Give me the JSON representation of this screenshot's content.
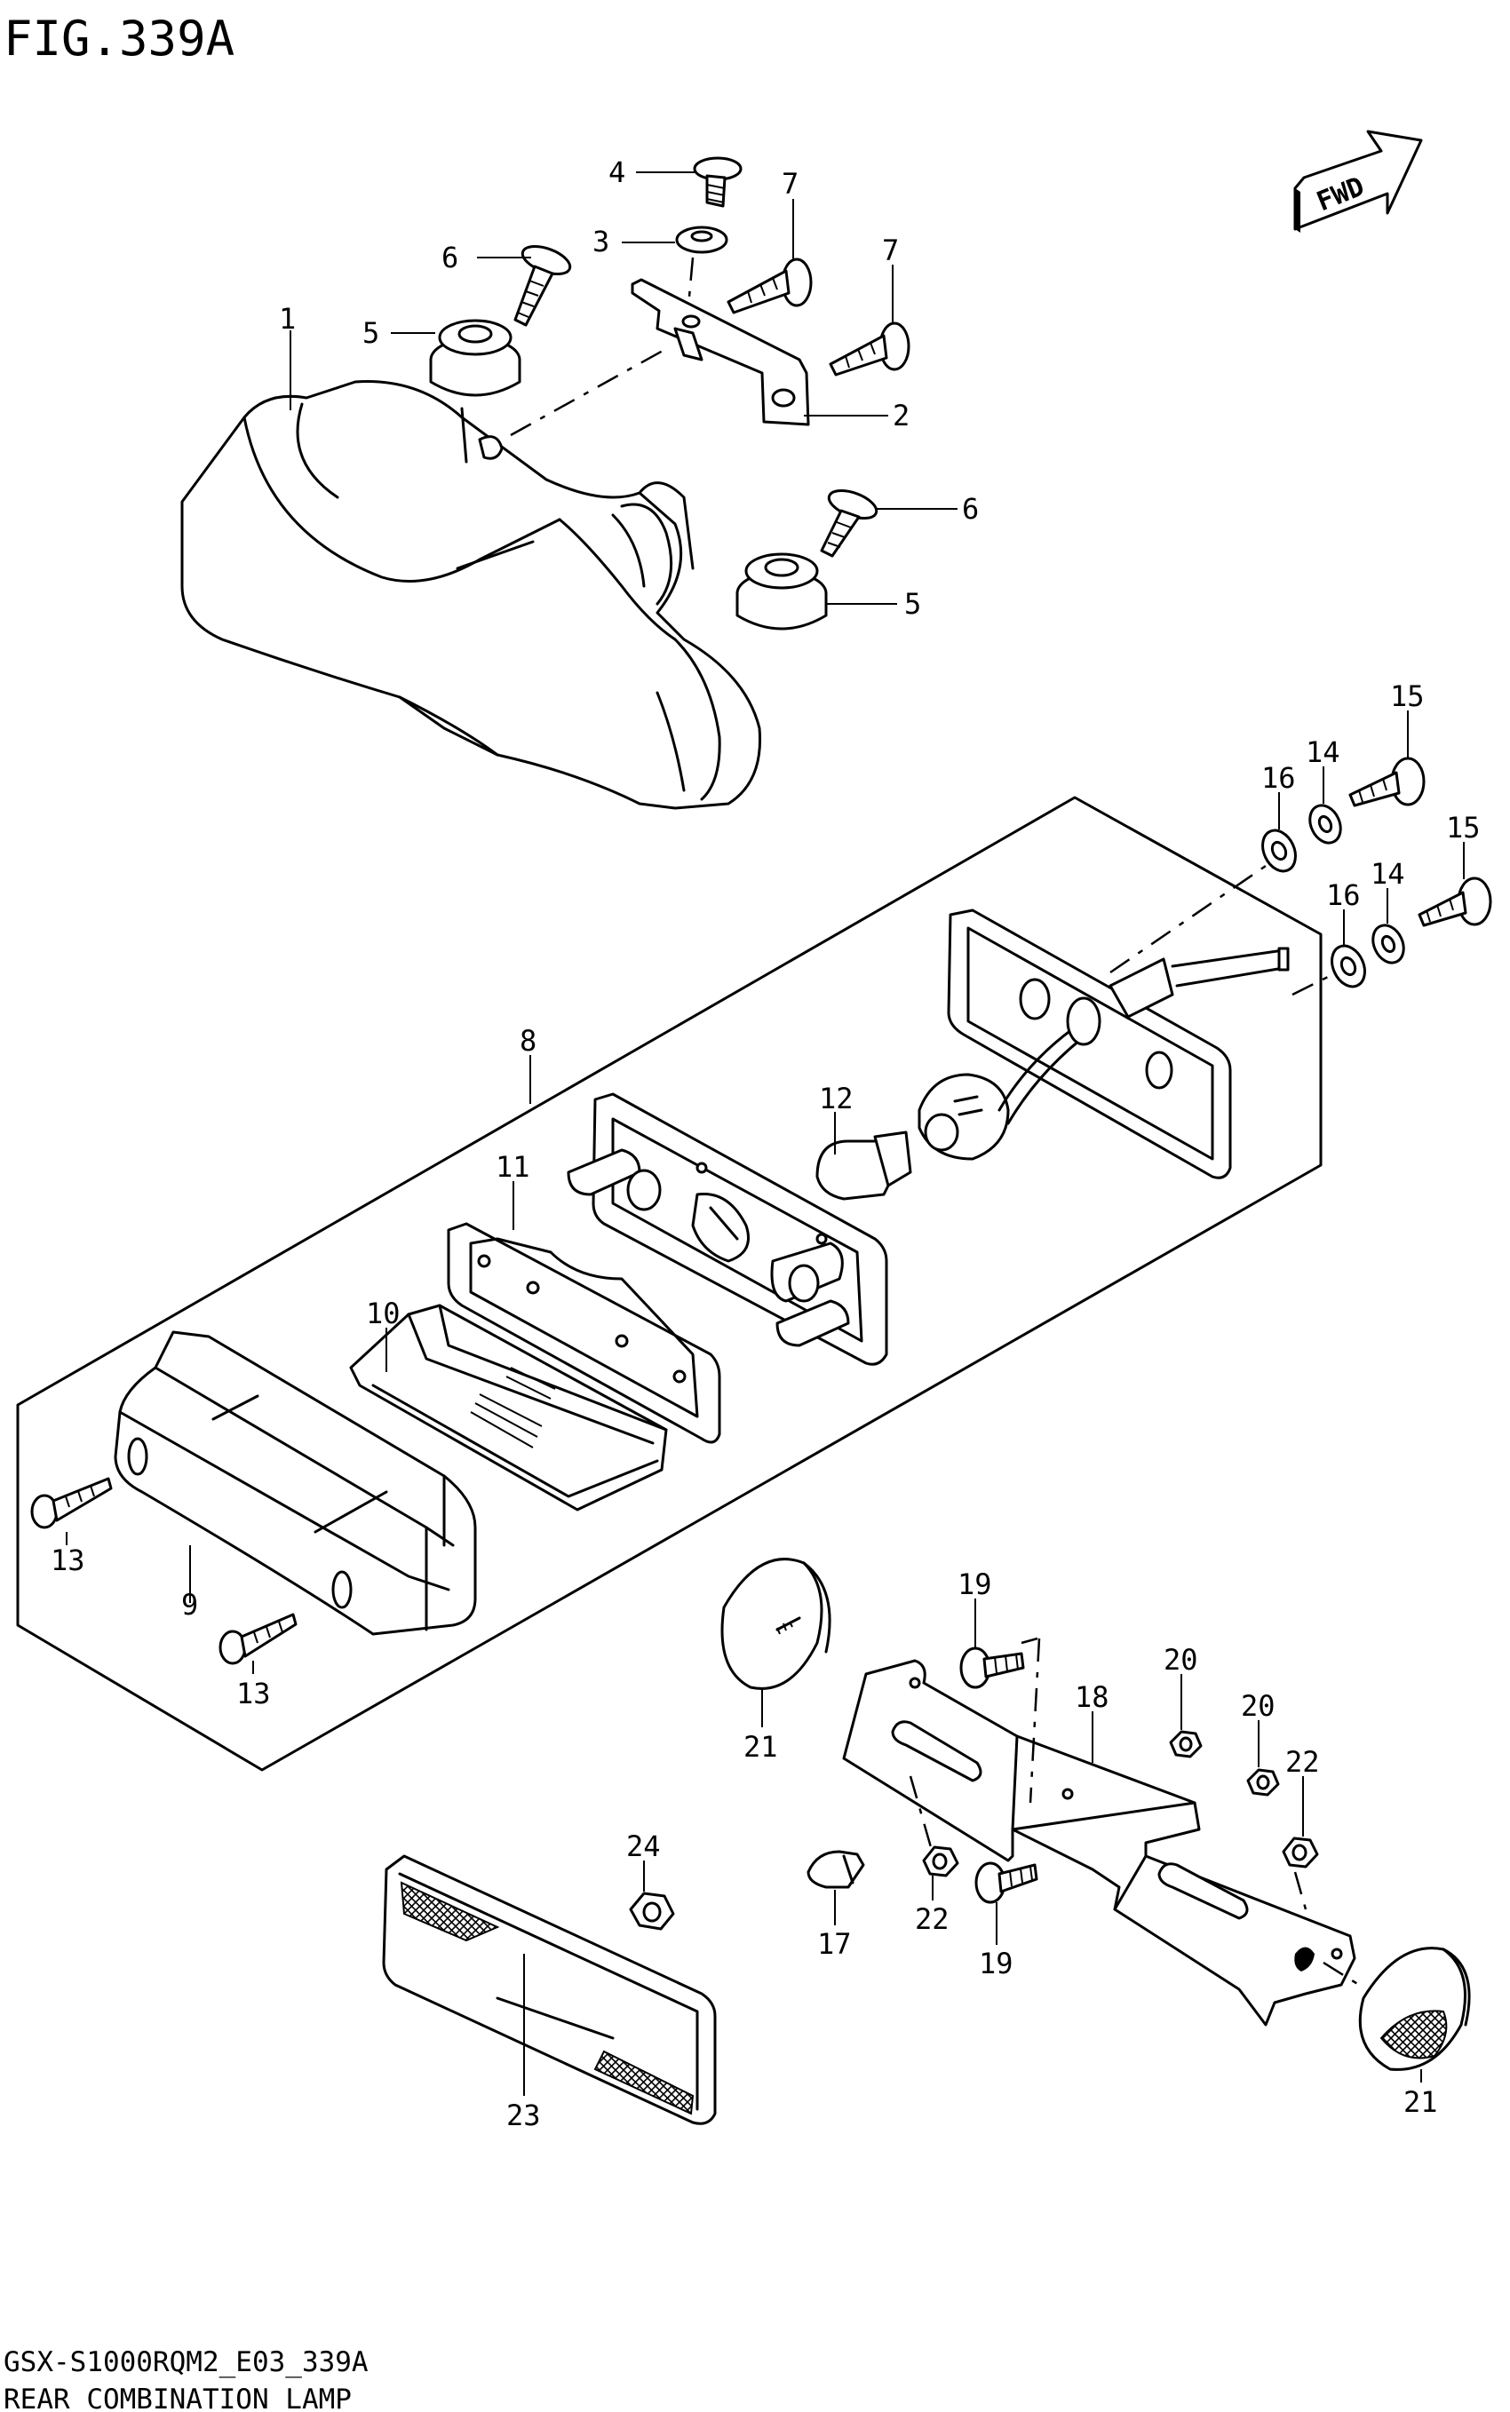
{
  "figure": {
    "title": "FIG.339A",
    "model_code": "GSX-S1000RQM2_E03_339A",
    "section_name": "REAR COMBINATION LAMP",
    "fwd_label": "FWD"
  },
  "callouts": [
    {
      "id": "c1",
      "label": "1"
    },
    {
      "id": "c2",
      "label": "2"
    },
    {
      "id": "c3",
      "label": "3"
    },
    {
      "id": "c4",
      "label": "4"
    },
    {
      "id": "c5a",
      "label": "5"
    },
    {
      "id": "c5b",
      "label": "5"
    },
    {
      "id": "c6a",
      "label": "6"
    },
    {
      "id": "c6b",
      "label": "6"
    },
    {
      "id": "c7a",
      "label": "7"
    },
    {
      "id": "c7b",
      "label": "7"
    },
    {
      "id": "c8",
      "label": "8"
    },
    {
      "id": "c9",
      "label": "9"
    },
    {
      "id": "c10",
      "label": "10"
    },
    {
      "id": "c11",
      "label": "11"
    },
    {
      "id": "c12",
      "label": "12"
    },
    {
      "id": "c13a",
      "label": "13"
    },
    {
      "id": "c13b",
      "label": "13"
    },
    {
      "id": "c14a",
      "label": "14"
    },
    {
      "id": "c14b",
      "label": "14"
    },
    {
      "id": "c15a",
      "label": "15"
    },
    {
      "id": "c15b",
      "label": "15"
    },
    {
      "id": "c16a",
      "label": "16"
    },
    {
      "id": "c16b",
      "label": "16"
    },
    {
      "id": "c17",
      "label": "17"
    },
    {
      "id": "c18",
      "label": "18"
    },
    {
      "id": "c19a",
      "label": "19"
    },
    {
      "id": "c19b",
      "label": "19"
    },
    {
      "id": "c20a",
      "label": "20"
    },
    {
      "id": "c20b",
      "label": "20"
    },
    {
      "id": "c21a",
      "label": "21"
    },
    {
      "id": "c21b",
      "label": "21"
    },
    {
      "id": "c22a",
      "label": "22"
    },
    {
      "id": "c22b",
      "label": "22"
    },
    {
      "id": "c23",
      "label": "23"
    },
    {
      "id": "c24",
      "label": "24"
    }
  ]
}
